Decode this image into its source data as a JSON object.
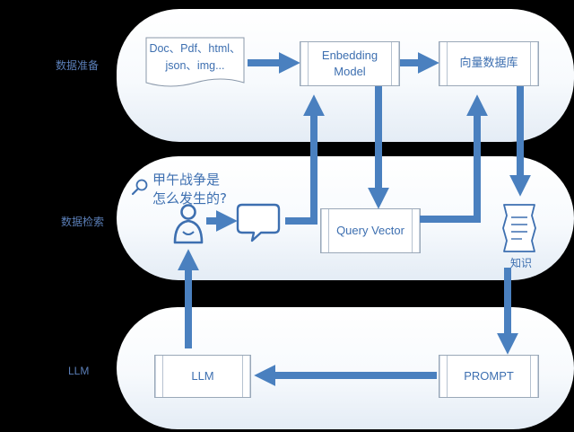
{
  "rows": {
    "prep_label": "数据准备",
    "retrieval_label": "数据检索",
    "llm_label": "LLM"
  },
  "nodes": {
    "documents_line1": "Doc、Pdf、html、",
    "documents_line2": "json、img...",
    "embedding_line1": "Enbedding",
    "embedding_line2": "Model",
    "vector_db": "向量数据库",
    "query_vector": "Query Vector",
    "knowledge": "知识",
    "prompt": "PROMPT",
    "llm": "LLM"
  },
  "question": {
    "line1": "甲午战争是",
    "line2": "怎么发生的?"
  },
  "icons": [
    "search-icon",
    "user-icon",
    "chat-bubble-icon",
    "document-icon"
  ],
  "colors": {
    "arrow": "#4a80bf",
    "text": "#3d6fb0",
    "label": "#5b7fb8",
    "background": "#000000"
  }
}
